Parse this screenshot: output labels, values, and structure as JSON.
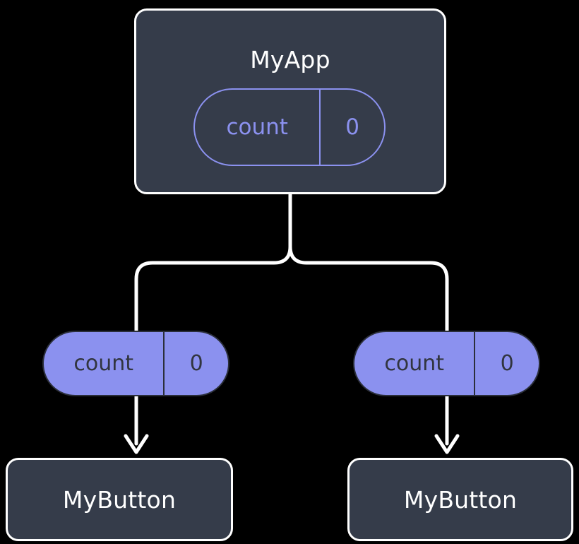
{
  "diagram": {
    "type": "component-tree",
    "background_color": "#000000",
    "colors": {
      "accent_purple": "#8b91ef",
      "box_fill": "#353c4a",
      "box_border": "#ffffff",
      "wire": "#ffffff",
      "pill_text_dark": "#31353f"
    },
    "root": {
      "name": "root-component",
      "title": "MyApp",
      "state": {
        "key": "count",
        "value": "0"
      }
    },
    "props": [
      {
        "key": "count",
        "value": "0"
      },
      {
        "key": "count",
        "value": "0"
      }
    ],
    "children": [
      {
        "name": "child-component-left",
        "title": "MyButton"
      },
      {
        "name": "child-component-right",
        "title": "MyButton"
      }
    ],
    "edges": {
      "tree_connector": "root-splits-to-two-children",
      "prop_arrows": "pill-down-arrow-to-child"
    }
  }
}
